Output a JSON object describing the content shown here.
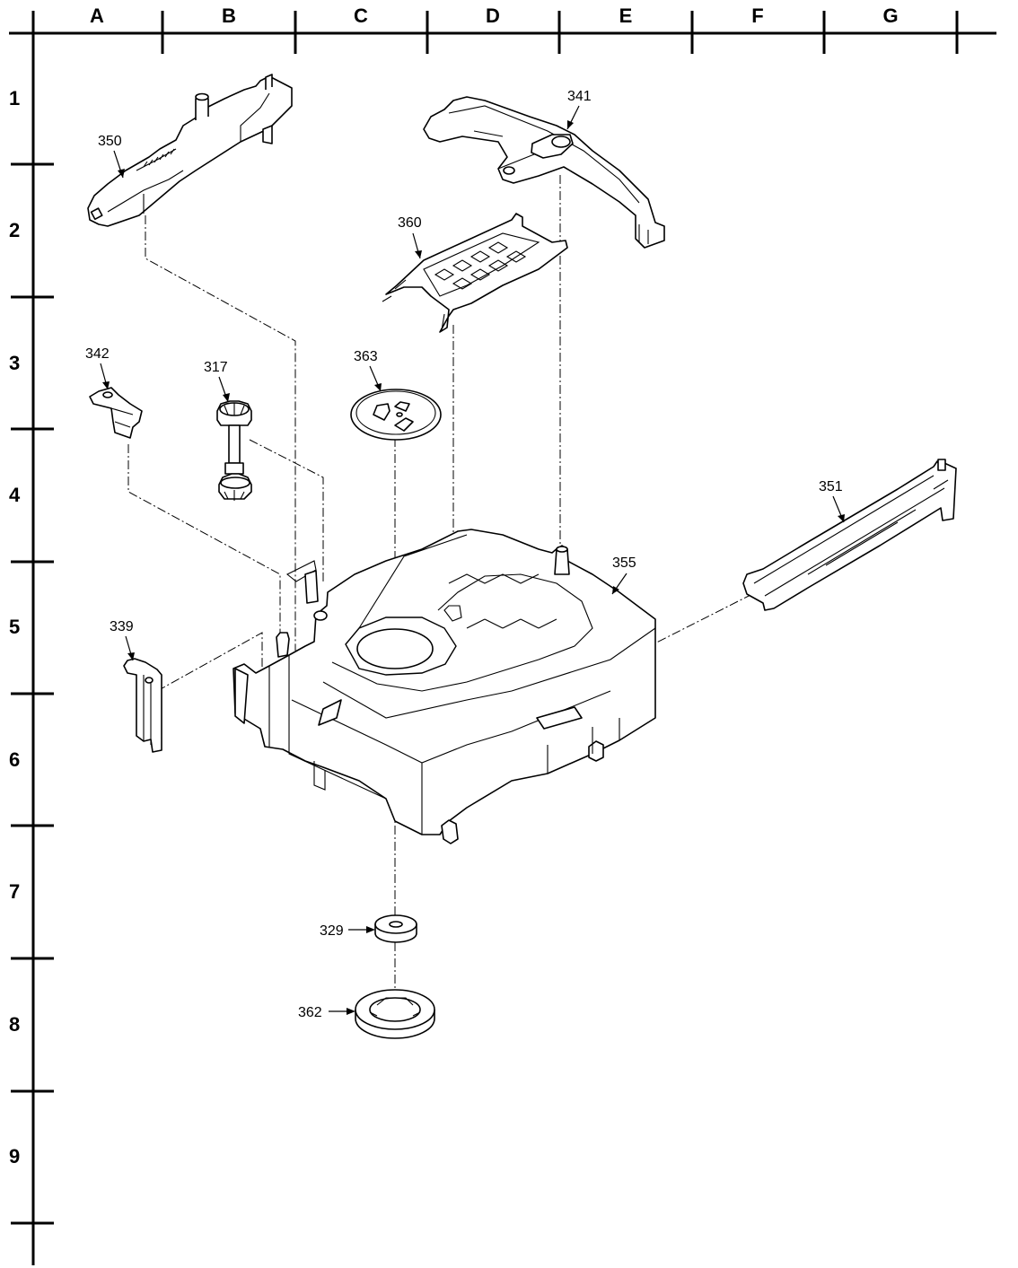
{
  "grid": {
    "columns": [
      "A",
      "B",
      "C",
      "D",
      "E",
      "F",
      "G"
    ],
    "rows": [
      "1",
      "2",
      "3",
      "4",
      "5",
      "6",
      "7",
      "8",
      "9"
    ]
  },
  "parts": {
    "p350": "350",
    "p341": "341",
    "p360": "360",
    "p342": "342",
    "p317": "317",
    "p363": "363",
    "p351": "351",
    "p355": "355",
    "p339": "339",
    "p329": "329",
    "p362": "362"
  }
}
